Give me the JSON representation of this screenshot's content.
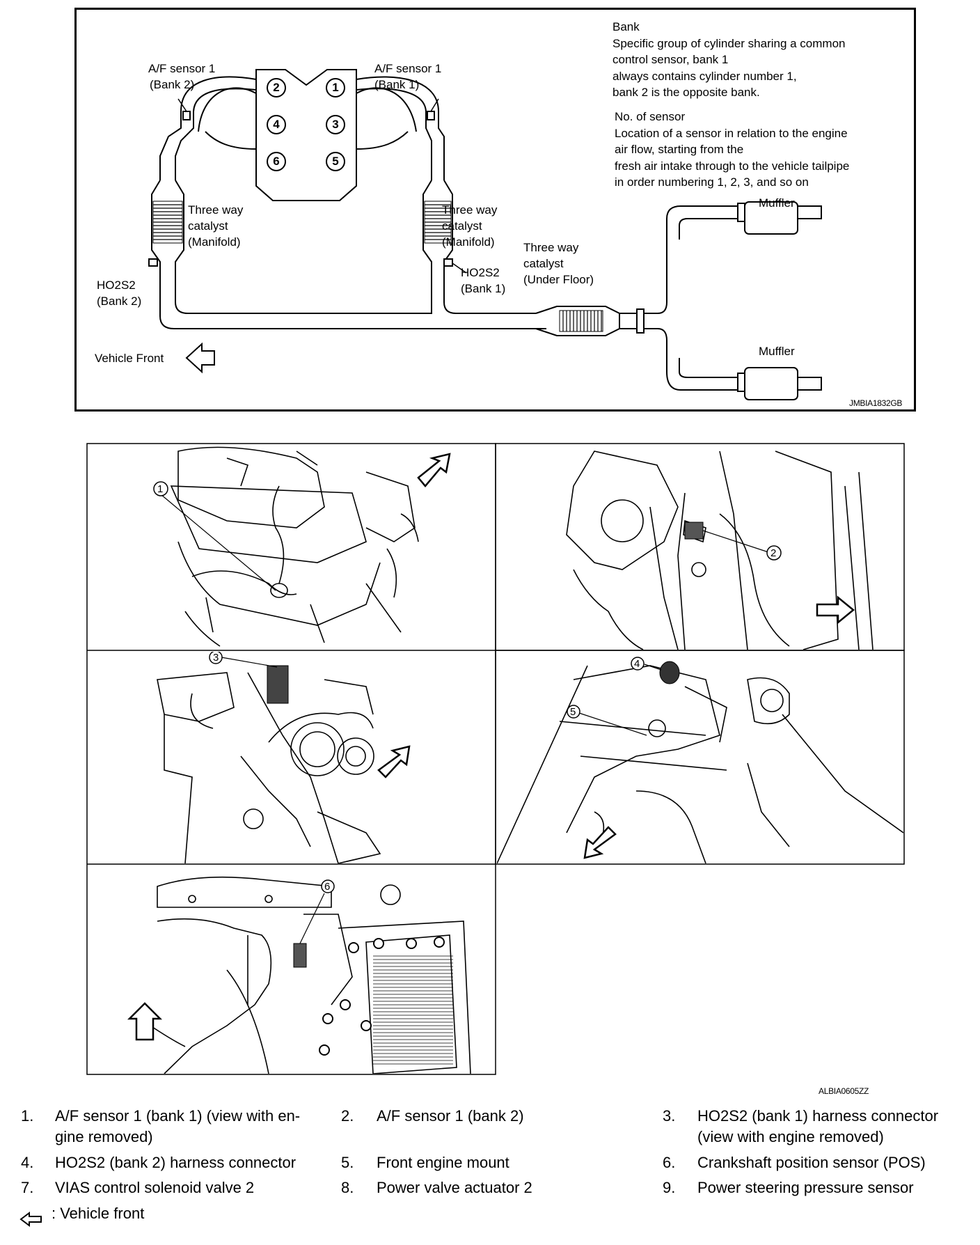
{
  "schematic": {
    "bank_title": "Bank",
    "bank_desc": [
      "Specific group of cylinder sharing a common",
      "control sensor, bank 1",
      "always contains cylinder number 1,",
      "bank 2 is the opposite bank."
    ],
    "sensor_title": "No. of sensor",
    "sensor_desc": [
      "Location of a sensor in relation to the engine",
      "air flow, starting from the",
      "fresh air intake through to the vehicle tailpipe",
      "in order numbering 1, 2, 3, and so on"
    ],
    "af_sensor_bank2": [
      "A/F sensor 1",
      "(Bank 2)"
    ],
    "af_sensor_bank1": [
      "A/F sensor 1",
      "(Bank 1)"
    ],
    "cylinders": [
      "2",
      "1",
      "4",
      "3",
      "6",
      "5"
    ],
    "catalyst_left": [
      "Three way",
      "catalyst",
      "(Manifold)"
    ],
    "catalyst_right": [
      "Three way",
      "catalyst",
      "(Manifold)"
    ],
    "catalyst_under": [
      "Three way",
      "catalyst",
      "(Under Floor)"
    ],
    "ho2s2_bank2": [
      "HO2S2",
      "(Bank 2)"
    ],
    "ho2s2_bank1": [
      "HO2S2",
      "(Bank 1)"
    ],
    "muffler_top": "Muffler",
    "muffler_bottom": "Muffler",
    "vehicle_front": "Vehicle Front",
    "code": "JMBIA1832GB"
  },
  "photos": {
    "callouts": [
      "1",
      "2",
      "3",
      "4",
      "5",
      "6"
    ],
    "code": "ALBIA0605ZZ"
  },
  "legend": {
    "items": [
      {
        "num": "1.",
        "text": "A/F sensor 1 (bank 1) (view with en-\ngine removed)"
      },
      {
        "num": "2.",
        "text": "A/F sensor 1 (bank 2)"
      },
      {
        "num": "3.",
        "text": "HO2S2 (bank 1) harness connector\n(view with engine removed)"
      },
      {
        "num": "4.",
        "text": "HO2S2 (bank 2) harness connector"
      },
      {
        "num": "5.",
        "text": "Front engine mount"
      },
      {
        "num": "6.",
        "text": "Crankshaft position sensor (POS)"
      },
      {
        "num": "7.",
        "text": "VIAS control solenoid valve 2"
      },
      {
        "num": "8.",
        "text": "Power valve actuator 2"
      },
      {
        "num": "9.",
        "text": "Power steering pressure sensor"
      }
    ],
    "front_note": ": Vehicle front"
  }
}
